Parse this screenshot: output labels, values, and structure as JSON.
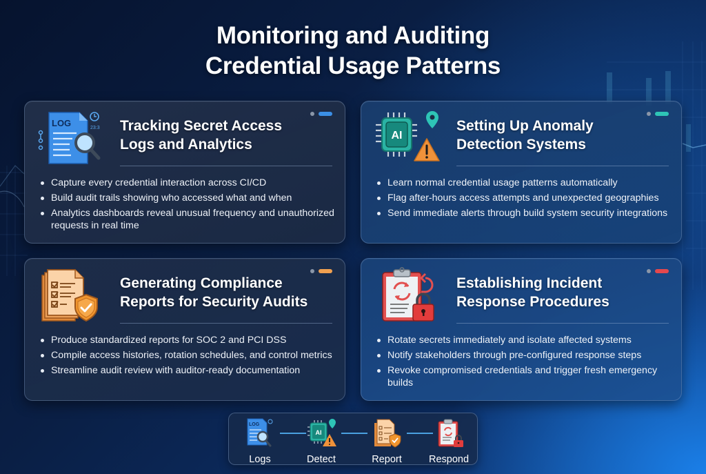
{
  "title": {
    "line1": "Monitoring and Auditing",
    "line2": "Credential Usage Patterns"
  },
  "cards": [
    {
      "id": "tracking",
      "icon": "log-magnifier-icon",
      "heading_line1": "Tracking Secret Access",
      "heading_line2": "Logs and Analytics",
      "accent": "#3b8fe6",
      "icon_text": "LOG",
      "icon_number": "23:3",
      "bullets": [
        "Capture every credential interaction across CI/CD",
        "Build audit trails showing who accessed what and when",
        "Analytics dashboards reveal unusual frequency and unauthorized requests in real time"
      ]
    },
    {
      "id": "anomaly",
      "icon": "ai-chip-alert-icon",
      "heading_line1": "Setting Up Anomaly",
      "heading_line2": "Detection Systems",
      "accent": "#2ec4b6",
      "icon_text": "AI",
      "bullets": [
        "Learn normal credential usage patterns automatically",
        "Flag after-hours access attempts and unexpected geographies",
        "Send immediate alerts through build system security integrations"
      ]
    },
    {
      "id": "compliance",
      "icon": "compliance-report-shield-icon",
      "heading_line1": "Generating Compliance",
      "heading_line2": "Reports for Security Audits",
      "accent": "#f0a050",
      "bullets": [
        "Produce standardized reports for SOC 2 and PCI DSS",
        "Compile access histories, rotation schedules, and control metrics",
        "Streamline audit review with auditor-ready documentation"
      ]
    },
    {
      "id": "incident",
      "icon": "clipboard-rotate-lock-icon",
      "heading_line1": "Establishing Incident",
      "heading_line2": "Response Procedures",
      "accent": "#e5484d",
      "bullets": [
        "Rotate secrets immediately and isolate affected systems",
        "Notify stakeholders through pre-configured response steps",
        "Revoke compromised credentials and trigger fresh emergency builds"
      ]
    }
  ],
  "flow": {
    "steps": [
      {
        "label": "Logs",
        "icon": "log-magnifier-icon"
      },
      {
        "label": "Detect",
        "icon": "ai-chip-alert-icon"
      },
      {
        "label": "Report",
        "icon": "compliance-report-shield-icon"
      },
      {
        "label": "Respond",
        "icon": "clipboard-rotate-lock-icon"
      }
    ],
    "connector_color": "#4aa0e0"
  }
}
